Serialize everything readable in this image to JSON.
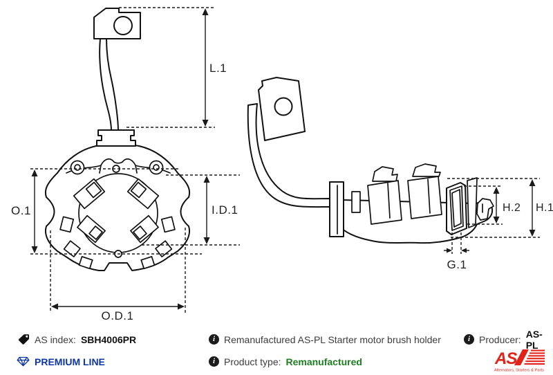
{
  "diagram": {
    "labels": {
      "l1": "L.1",
      "o1": "O.1",
      "id1": "I.D.1",
      "od1": "O.D.1",
      "h2": "H.2",
      "h1": "H.1",
      "g1": "G.1"
    }
  },
  "footer": {
    "as_index_label": "AS index:",
    "as_index_value": "SBH4006PR",
    "premium_line": "PREMIUM LINE",
    "description": "Remanufactured AS-PL Starter motor brush holder",
    "product_type_label": "Product type:",
    "product_type_value": "Remanufactured",
    "producer_label": "Producer:",
    "producer_value": "AS-PL",
    "logo": {
      "text": "AS",
      "tagline": "Alternators, Starters & Parts"
    },
    "icons": [
      "tag-icon",
      "diamond-icon",
      "info-icon"
    ]
  },
  "colors": {
    "premium_blue": "#0b35a7",
    "product_type_green": "#1e7e22",
    "logo_red": "#e2231a",
    "line_color": "#1a1a1a"
  }
}
